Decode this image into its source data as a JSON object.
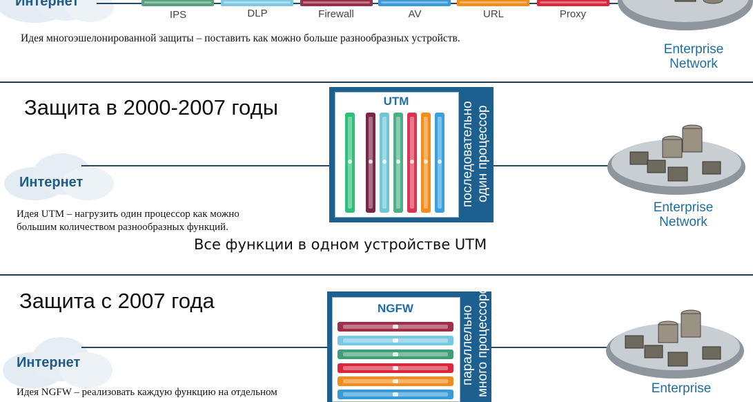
{
  "colors": {
    "accent_blue": "#1f6ea3",
    "box_blue": "#1d5f8f",
    "ips": "#5aa27d",
    "dlp": "#7ec8e3",
    "firewall": "#9b2f4b",
    "av": "#3a9ad9",
    "url": "#f28c1c",
    "proxy": "#d9283b",
    "utm_bars": [
      "#2fbf78",
      "#7a2746",
      "#6fc7d8",
      "#4cb087",
      "#d93452",
      "#f28c1c",
      "#3aa0e0"
    ],
    "ngfw_bars": [
      "#9e2f4b",
      "#77c9e3",
      "#3f9e77",
      "#d9283b",
      "#f28c1c",
      "#3a9ad9"
    ]
  },
  "section1": {
    "internet_label": "Интернет",
    "devices": [
      {
        "label": "IPS",
        "icon": "rack-server-icon"
      },
      {
        "label": "DLP",
        "icon": "rack-server-icon"
      },
      {
        "label": "Firewall",
        "icon": "rack-server-icon"
      },
      {
        "label": "AV",
        "icon": "rack-server-icon"
      },
      {
        "label": "URL",
        "icon": "rack-server-icon"
      },
      {
        "label": "Proxy",
        "icon": "rack-server-icon"
      }
    ],
    "note": "Идея многоэшелонированной защиты – поставить как можно больше разнообразных устройств.",
    "enterprise_line1": "Enterprise",
    "enterprise_line2": "Network"
  },
  "section2": {
    "heading": "Защита в 2000-2007 годы",
    "internet_label": "Интернет",
    "box_title": "UTM",
    "box_side_line1": "последовательно",
    "box_side_line2": "один процессор",
    "note_line1": "Идея UTM – нагрузить один процессор как можно",
    "note_line2": "большим количеством разнообразных функций.",
    "tagline": "Все функции в одном устройстве UTM",
    "enterprise_line1": "Enterprise",
    "enterprise_line2": "Network"
  },
  "section3": {
    "heading": "Защита с 2007 года",
    "internet_label": "Интернет",
    "box_title": "NGFW",
    "box_side_line1": "параллельно",
    "box_side_line2": "много процессоров",
    "note_line1": "Идея NGFW – реализовать каждую функцию на отдельном",
    "enterprise_line1": "Enterprise"
  }
}
